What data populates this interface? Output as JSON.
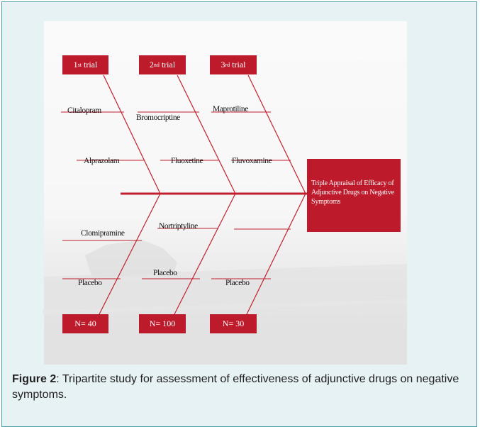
{
  "diagram": {
    "trials": [
      {
        "ordinal": "1",
        "suffix": "st",
        "word": "trial"
      },
      {
        "ordinal": "2",
        "suffix": "nd",
        "word": "trial"
      },
      {
        "ordinal": "3",
        "suffix": "rd",
        "word": "trial"
      }
    ],
    "sample_sizes": [
      "N= 40",
      "N= 100",
      "N= 30"
    ],
    "effect": "Triple Appraisal of Efficacy of Adjunctive Drugs on Negative Symptoms",
    "drugs": {
      "citalopram": "Citalopram",
      "alprazolam": "Alprazolam",
      "clomipramine": "Clomipramine",
      "placebo_1": "Placebo",
      "bromocriptine": "Bromocriptine",
      "fluoxetine": "Fluoxetine",
      "nortriptyline": "Nortriptyline",
      "placebo_2": "Placebo",
      "maprotiline": "Maprotiline",
      "fluvoxamine": "Fluvoxamine",
      "placebo_3": "Placebo"
    },
    "colors": {
      "box": "#bd1b2b",
      "line": "#c0202e"
    }
  },
  "caption": {
    "label": "Figure 2",
    "text": ": Tripartite study for assessment of effectiveness of adjunctive drugs on negative symptoms."
  }
}
